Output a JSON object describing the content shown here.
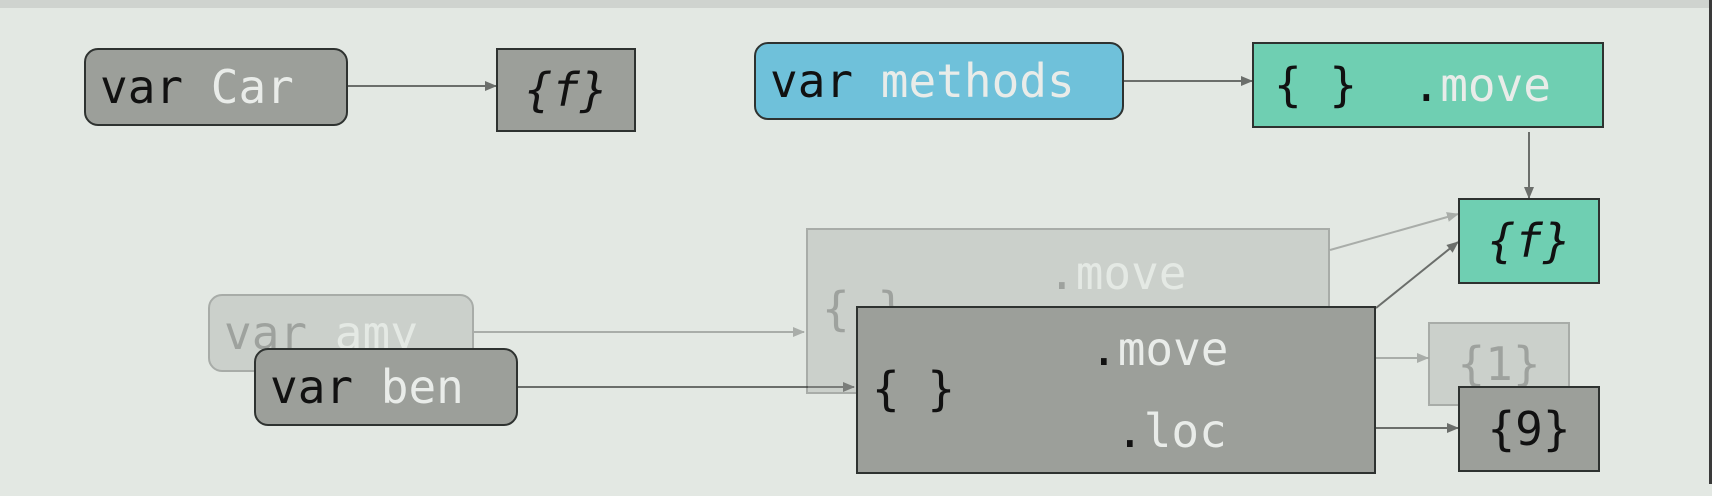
{
  "colors": {
    "background": "#e3e8e3",
    "gray_box": "#9c9f9a",
    "blue_box": "#6fc1da",
    "green_box": "#6fcfb2",
    "arrow": "#6b6e6b",
    "faded_arrow": "#a9ada9"
  },
  "nodes": {
    "var_car": {
      "keyword": "var",
      "name": "Car"
    },
    "car_fn": {
      "text": "{f}"
    },
    "var_methods": {
      "keyword": "var",
      "name": "methods"
    },
    "methods_obj": {
      "braces": "{ }",
      "dot": ".",
      "prop": "move"
    },
    "shared_fn": {
      "text": "{f}"
    },
    "var_amy": {
      "keyword": "var",
      "name": "amy"
    },
    "amy_obj": {
      "braces": "{ }",
      "dot": ".",
      "prop": "move"
    },
    "amy_loc": {
      "text": "{1}"
    },
    "var_ben": {
      "keyword": "var",
      "name": "ben"
    },
    "ben_obj": {
      "braces": "{ }",
      "dot1": ".",
      "prop1": "move",
      "dot2": ".",
      "prop2": "loc"
    },
    "ben_loc": {
      "text": "{9}"
    }
  }
}
